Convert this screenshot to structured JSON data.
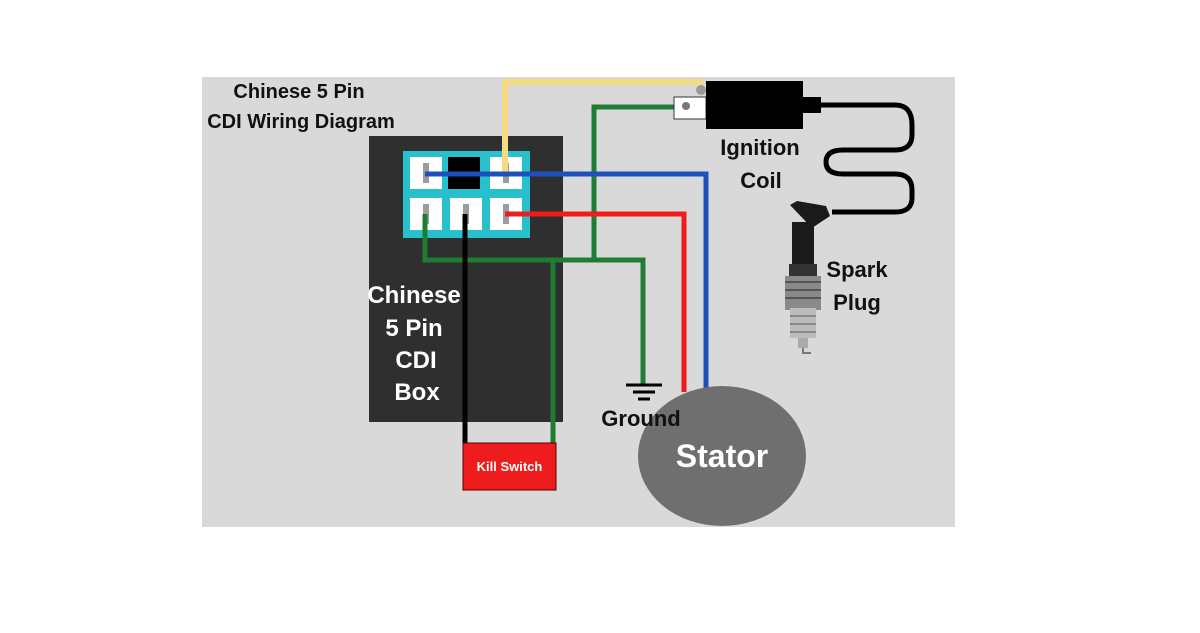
{
  "title": {
    "line1": "Chinese 5 Pin",
    "line2": "CDI Wiring Diagram"
  },
  "cdi_box": {
    "label_lines": [
      "Chinese",
      "5 Pin",
      "CDI",
      "Box"
    ]
  },
  "ignition_coil": {
    "label_lines": [
      "Ignition",
      "Coil"
    ]
  },
  "spark_plug": {
    "label_lines": [
      "Spark",
      "Plug"
    ]
  },
  "ground": {
    "label": "Ground"
  },
  "kill_switch": {
    "label": "Kill Switch"
  },
  "stator": {
    "label": "Stator"
  },
  "colors": {
    "panel": "#d9d9d9",
    "cdi_box": "#2f2f2f",
    "connector": "#28c0cc",
    "wire_yellow": "#f5dc82",
    "wire_green": "#1e7d32",
    "wire_blue": "#1f4fbf",
    "wire_red": "#ee1c1c",
    "wire_black": "#000000",
    "kill_switch": "#ee1c1c",
    "stator": "#6f6f6f"
  },
  "icons": [
    "ground-symbol-icon",
    "ignition-coil-icon",
    "spark-plug-icon"
  ]
}
